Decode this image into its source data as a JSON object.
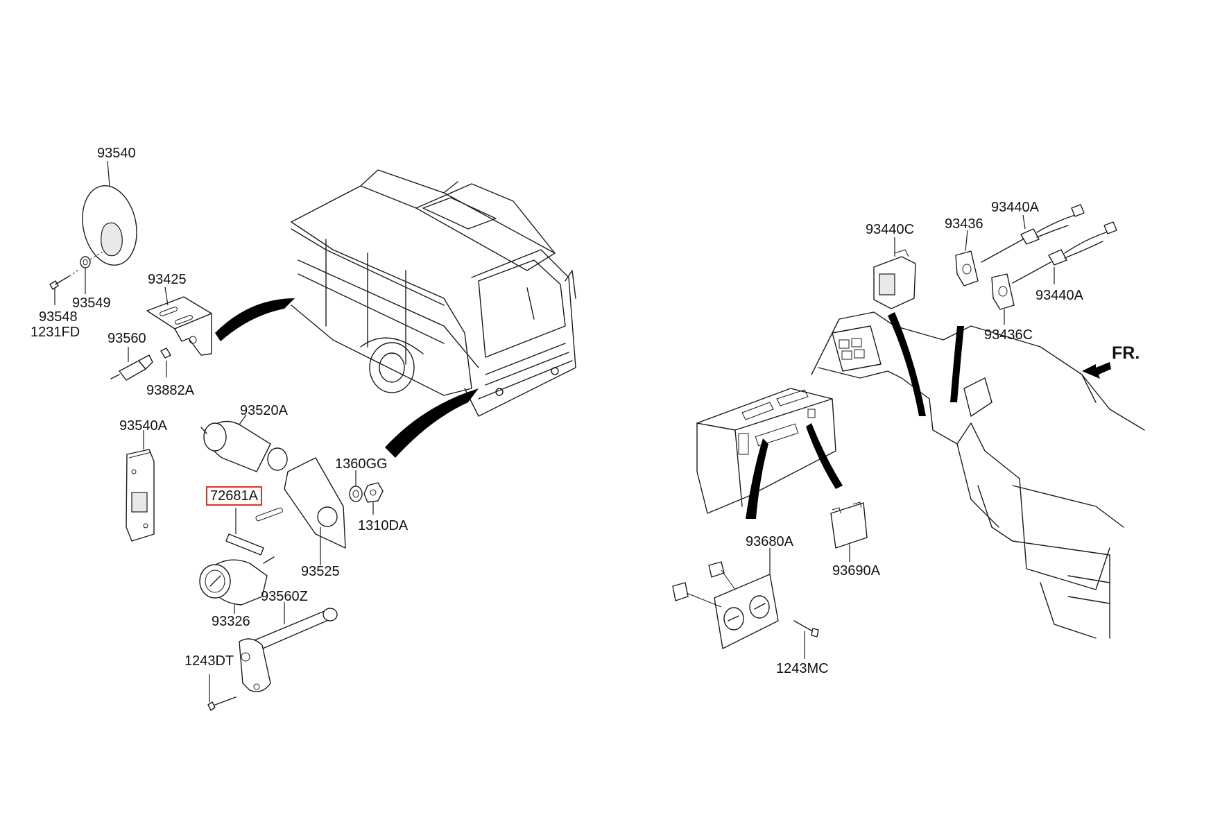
{
  "labels": {
    "p93540": "93540",
    "p93425": "93425",
    "p93549": "93549",
    "p93548": "93548",
    "p1231fd": "1231FD",
    "p93560": "93560",
    "p93882a": "93882A",
    "p93540a": "93540A",
    "p93520a": "93520A",
    "p72681a": "72681A",
    "p1360gg": "1360GG",
    "p1310da": "1310DA",
    "p93525": "93525",
    "p93326": "93326",
    "p93560z": "93560Z",
    "p1243dt": "1243DT",
    "p93440c": "93440C",
    "p93436": "93436",
    "p93440a_top": "93440A",
    "p93440a_bottom": "93440A",
    "p93436c": "93436C",
    "p93680a": "93680A",
    "p93690a": "93690A",
    "p1243mc": "1243MC"
  },
  "direction_label": "FR.",
  "highlighted_part": "72681A",
  "colors": {
    "highlight_border": "#e0302a",
    "line": "#1a1a1a",
    "background": "#ffffff"
  }
}
